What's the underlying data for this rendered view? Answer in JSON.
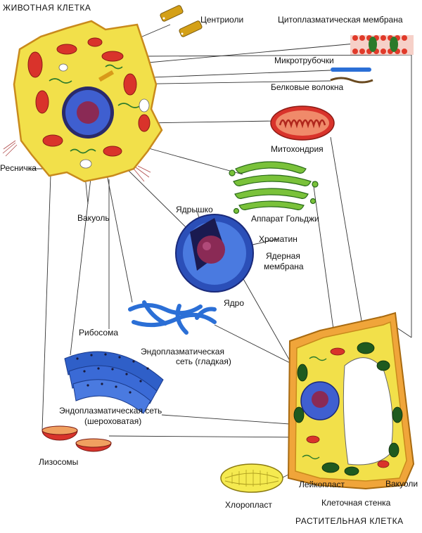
{
  "titles": {
    "animal_cell": "ЖИВОТНАЯ КЛЕТКА",
    "plant_cell": "РАСТИТЕЛЬНАЯ КЛЕТКА"
  },
  "labels": {
    "centrioles": "Центриоли",
    "cytoplasmic_membrane": "Цитоплазматическая мембрана",
    "microtubules": "Микротрубочки",
    "protein_fibers": "Белковые волокна",
    "mitochondrion": "Митохондрия",
    "cilium": "Ресничка",
    "golgi": "Аппарат Гольджи",
    "vacuole": "Вакуоль",
    "nucleolus": "Ядрышко",
    "chromatin": "Хроматин",
    "nuclear_membrane_1": "Ядерная",
    "nuclear_membrane_2": "мембрана",
    "nucleus": "Ядро",
    "ribosome": "Рибосома",
    "smooth_er_1": "Эндоплазматическая",
    "smooth_er_2": "сеть (гладкая)",
    "rough_er_1": "Эндоплазматическая сеть",
    "rough_er_2": "(шероховатая)",
    "lysosomes": "Лизосомы",
    "leucoplast": "Лейкопласт",
    "vacuoles": "Вакуоли",
    "chloroplast": "Хлоропласт",
    "cell_wall": "Клеточная стенка"
  },
  "colors": {
    "cytoplasm": "#f2e04a",
    "cell_outline": "#c98a1c",
    "mitochondria": "#d9332b",
    "nucleus": "#2f5fd0",
    "nucleolus": "#8a2a55",
    "er": "#2b6fd6",
    "golgi": "#3a9a2a",
    "cell_wall": "#f0a53a",
    "chloroplast": "#1f5a1f",
    "leader_lines": "#333333"
  }
}
